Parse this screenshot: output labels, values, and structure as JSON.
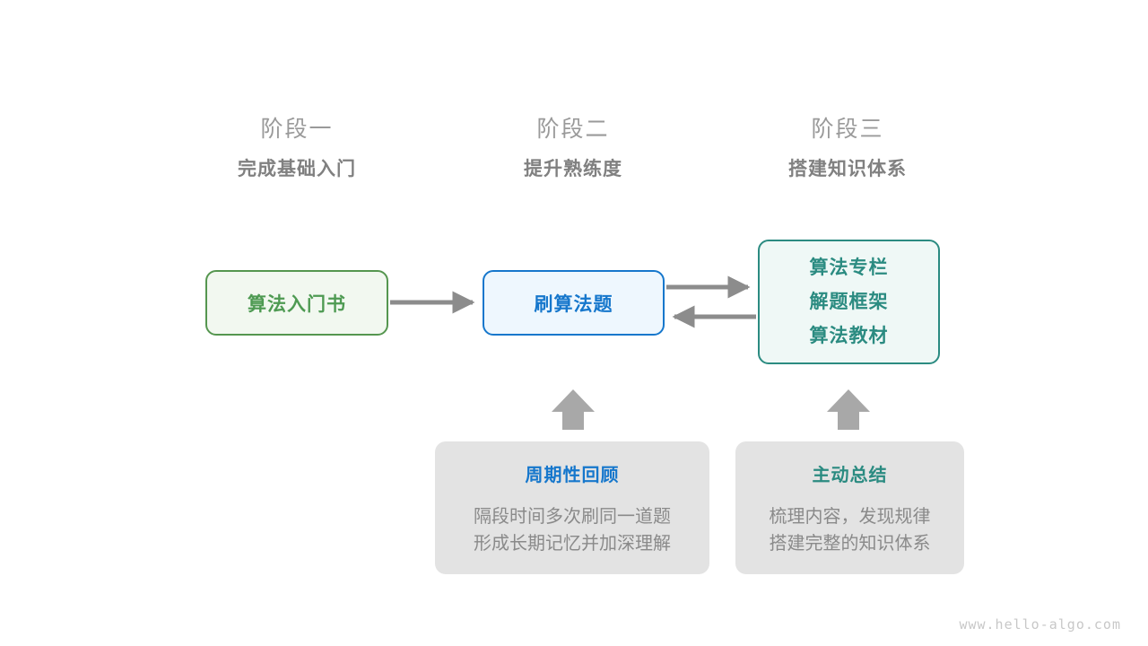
{
  "stages": [
    {
      "number": "阶段一",
      "title": "完成基础入门"
    },
    {
      "number": "阶段二",
      "title": "提升熟练度"
    },
    {
      "number": "阶段三",
      "title": "搭建知识体系"
    }
  ],
  "flow_boxes": {
    "book": {
      "label": "算法入门书"
    },
    "problems": {
      "label": "刷算法题"
    },
    "knowledge": {
      "line1": "算法专栏",
      "line2": "解题框架",
      "line3": "算法教材"
    }
  },
  "notes": [
    {
      "title": "周期性回顾",
      "line1": "隔段时间多次刷同一道题",
      "line2": "形成长期记忆并加深理解"
    },
    {
      "title": "主动总结",
      "line1": "梳理内容，发现规律",
      "line2": "搭建完整的知识体系"
    }
  ],
  "watermark": "www.hello-algo.com",
  "colors": {
    "green": "#4e9a52",
    "green_border": "#55964f",
    "green_fill": "#f2f8f0",
    "blue": "#1677cc",
    "blue_fill": "#eef7fe",
    "teal": "#2b8b81",
    "teal_fill": "#eff8f6",
    "gray_arrow": "#8c8c8c",
    "gray_box": "#e3e3e3",
    "gray_text": "#8a8a8a",
    "stage_num": "#9a9a9a",
    "stage_title": "#808080",
    "watermark": "#c8c8c8",
    "background": "#ffffff"
  }
}
